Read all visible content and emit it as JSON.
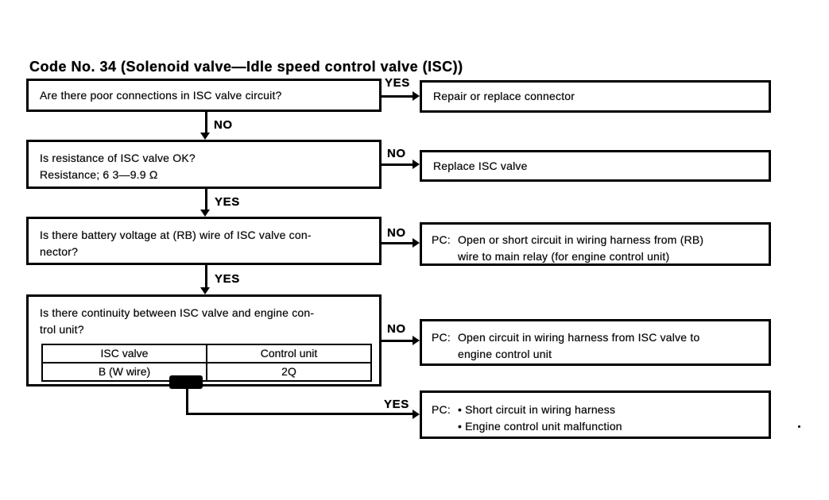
{
  "title": "Code No. 34 (Solenoid valve—Idle speed control valve (ISC))",
  "questions": [
    {
      "lines": [
        "Are there poor connections in ISC valve circuit?"
      ]
    },
    {
      "lines": [
        "Is resistance of ISC valve OK?",
        "Resistance; 6 3—9.9 Ω"
      ]
    },
    {
      "lines": [
        "Is there battery voltage at (RB) wire of ISC valve con-",
        "nector?"
      ]
    },
    {
      "lines": [
        "Is there continuity between ISC valve and engine con-",
        "trol unit?"
      ],
      "table": {
        "headers": [
          "ISC valve",
          "Control unit"
        ],
        "row": [
          "B (W wire)",
          "2Q"
        ]
      }
    }
  ],
  "results": [
    {
      "lines": [
        "Repair or replace connector"
      ]
    },
    {
      "lines": [
        "Replace ISC valve"
      ]
    },
    {
      "prefix": "PC:",
      "lines": [
        "Open or short circuit in wiring harness from (RB)",
        "wire to main relay (for engine control unit)"
      ]
    },
    {
      "prefix": "PC:",
      "lines": [
        "Open circuit in wiring harness from ISC valve to",
        "engine control unit"
      ]
    },
    {
      "prefix": "PC:",
      "lines": [
        "• Short circuit in wiring harness",
        "• Engine control unit malfunction"
      ]
    }
  ],
  "connectors": {
    "q1_yes": "YES",
    "q1_no": "NO",
    "q2_no": "NO",
    "q2_yes": "YES",
    "q3_no": "NO",
    "q3_yes": "YES",
    "q4_no": "NO",
    "q4_yes": "YES"
  }
}
